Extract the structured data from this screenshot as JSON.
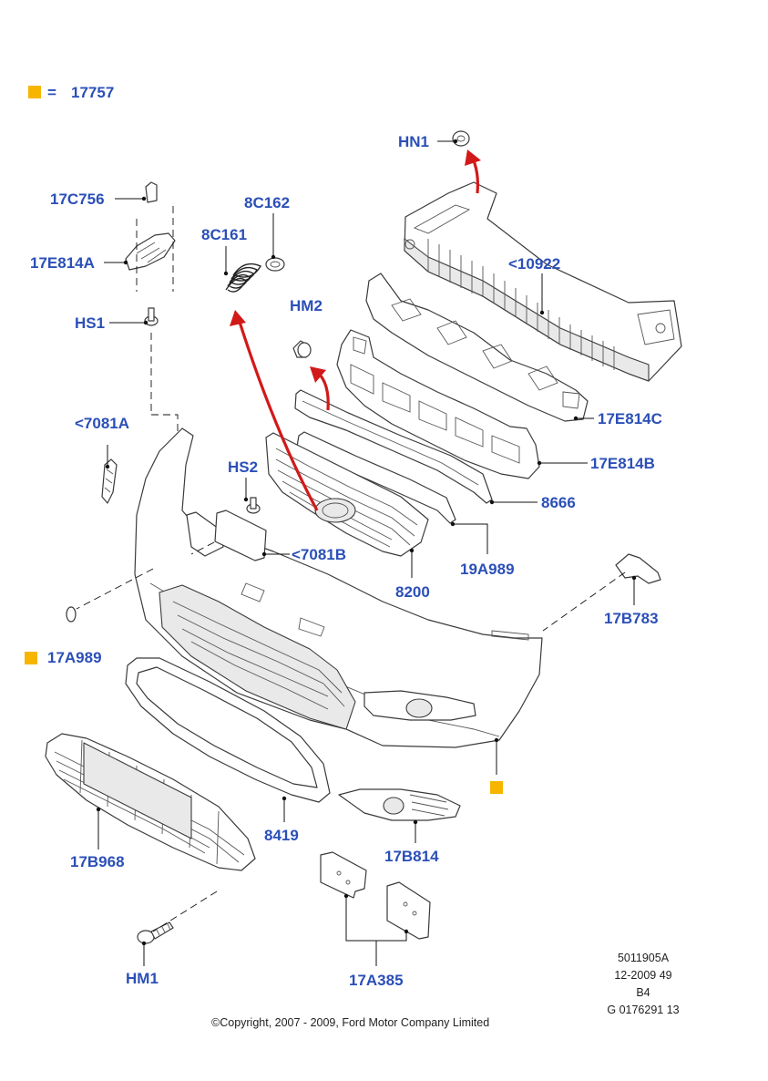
{
  "legend": {
    "equals": "=",
    "value": "17757",
    "marker_color": "#f7b500"
  },
  "labels": {
    "HN1": "HN1",
    "17C756": "17C756",
    "8C162": "8C162",
    "8C161": "8C161",
    "17E814A": "17E814A",
    "10922": "<10922",
    "HM2": "HM2",
    "HS1": "HS1",
    "7081A": "<7081A",
    "17E814C": "17E814C",
    "17E814B": "17E814B",
    "HS2": "HS2",
    "8666": "8666",
    "7081B": "<7081B",
    "19A989": "19A989",
    "8200": "8200",
    "17B783": "17B783",
    "17A989": "17A989",
    "8419": "8419",
    "17B814": "17B814",
    "17B968": "17B968",
    "HM1": "HM1",
    "17A385": "17A385"
  },
  "reference": {
    "line1": "5011905A",
    "line2": "12-2009 49",
    "line3": "B4",
    "line4": "G 0176291 13"
  },
  "copyright": "©Copyright, 2007 - 2009, Ford Motor Company Limited",
  "colors": {
    "label": "#2b4fb8",
    "arrow": "#d21919",
    "marker": "#f7b500"
  }
}
